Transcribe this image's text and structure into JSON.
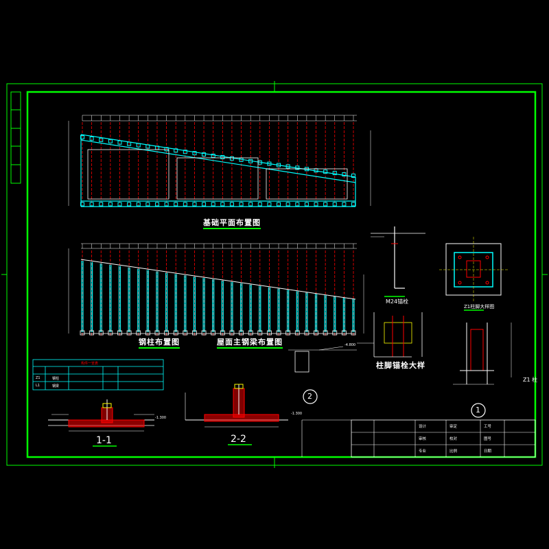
{
  "drawing": {
    "background": "#000000",
    "frame_color": "#00ff00",
    "line_colors": {
      "cyan": "#00ffff",
      "red": "#ff0000",
      "white": "#ffffff",
      "yellow": "#ffff00",
      "magenta": "#ff00ff"
    }
  },
  "views": {
    "foundation_plan": {
      "title": "基础平面布置图"
    },
    "steel_column_plan": {
      "title": "钢柱布置图"
    },
    "roof_purlin_plan": {
      "title": "屋面主钢梁布置图"
    },
    "anchor_detail": {
      "title": "柱脚锚栓大样"
    },
    "anchor_bolt": {
      "title": "M24锚栓"
    },
    "z1_detail": {
      "title": "Z1柱脚大样图"
    },
    "z1_label": {
      "title": "Z1 柱"
    },
    "section_1": {
      "title": "1-1"
    },
    "section_2": {
      "title": "2-2"
    },
    "circle_1": {
      "title": "1"
    },
    "circle_2": {
      "title": "2"
    }
  },
  "member_table": {
    "title": "构件一览表",
    "headers": [
      "",
      "",
      "",
      ""
    ],
    "rows": [
      [
        "Z1",
        "钢柱",
        "",
        ""
      ],
      [
        "L1",
        "钢梁",
        "",
        ""
      ]
    ]
  },
  "title_block": {
    "cells": [
      "设计",
      "审核",
      "工号",
      "图号",
      "日期",
      "审定",
      "校对",
      "专业",
      "比例"
    ]
  },
  "dimensions": {
    "neg_level_1": "-1.300",
    "neg_level_2": "-1.300",
    "neg_level_3": "-4.800"
  }
}
